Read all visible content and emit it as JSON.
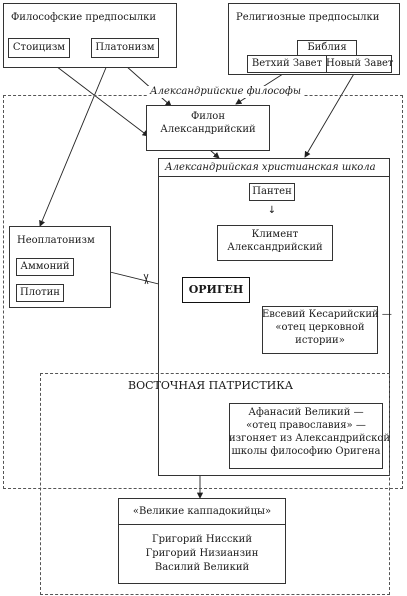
{
  "philosophical": {
    "title": "Философские предпосылки",
    "stoicism": "Стоицизм",
    "platonism": "Платонизм"
  },
  "religious": {
    "title": "Религиозные предпосылки",
    "bible": "Библия",
    "old_testament": "Ветхий Завет",
    "new_testament": "Новый Завет"
  },
  "alexandrian_philosophers": "Александрийские философы",
  "philo": [
    "Филон",
    "Александрийский"
  ],
  "christian_school": {
    "title": "Александрийская христианская школа",
    "panten": "Пантен",
    "arrow": "↓",
    "clement": [
      "Климент",
      "Александрийский"
    ]
  },
  "neoplatonism": {
    "title": "Неоплатонизм",
    "ammonius": "Аммоний",
    "plotinus": "Плотин"
  },
  "origen": "ОРИГЕН",
  "eusebius": [
    "Евсевий Кесарийский —",
    "«отец церковной",
    "истории»"
  ],
  "eastern_patristics": "ВОСТОЧНАЯ ПАТРИСТИКА",
  "athanasius": [
    "Афанасий Великий —",
    "«отец православия» —",
    "изгоняет из Александрийской",
    "школы философию Оригена"
  ],
  "cappadocians": {
    "title": "«Великие каппадокийцы»",
    "members": [
      "Григорий Нисский",
      "Григорий Низианзин",
      "Василий Великий"
    ]
  }
}
